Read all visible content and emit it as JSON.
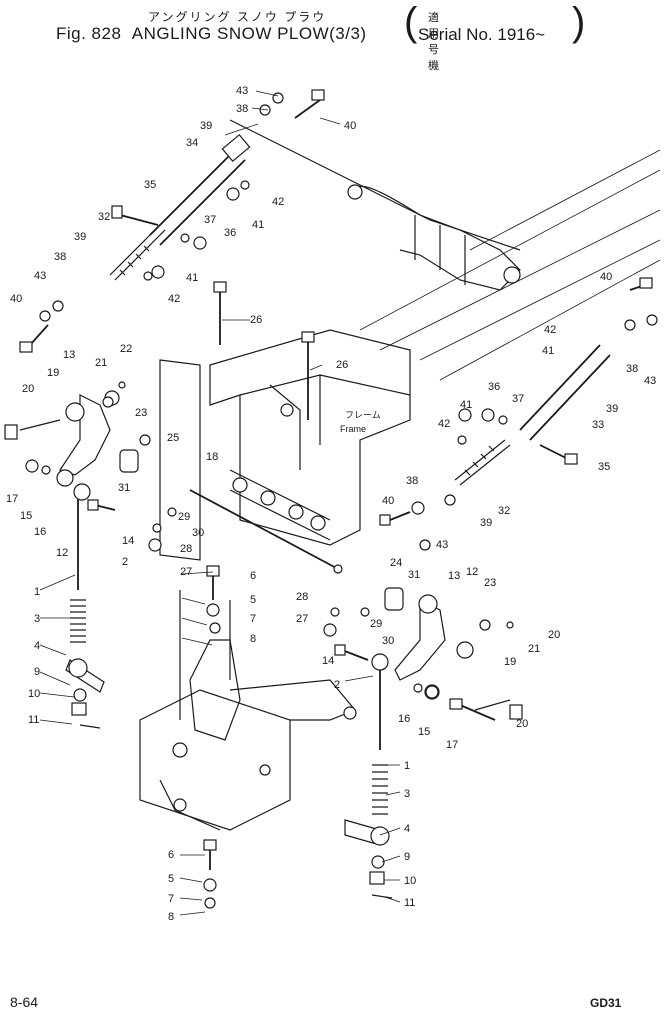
{
  "header": {
    "jp_title": "アングリング スノウ プラウ",
    "fig_label": "Fig. 828",
    "title": "ANGLING SNOW PLOW(3/3)",
    "applicability_jp": "適用号機",
    "serial": "Serial No. 1916~"
  },
  "frame_label_jp": "フレーム",
  "frame_label": "Frame",
  "part_numbers": [
    "1",
    "2",
    "3",
    "4",
    "5",
    "6",
    "7",
    "8",
    "9",
    "10",
    "11",
    "12",
    "13",
    "14",
    "15",
    "16",
    "17",
    "18",
    "19",
    "20",
    "21",
    "22",
    "23",
    "24",
    "25",
    "26",
    "27",
    "28",
    "29",
    "30",
    "31",
    "32",
    "33",
    "34",
    "35",
    "36",
    "37",
    "38",
    "39",
    "40",
    "41",
    "42",
    "43"
  ],
  "footer": {
    "page": "8-64",
    "code": "GD31"
  }
}
